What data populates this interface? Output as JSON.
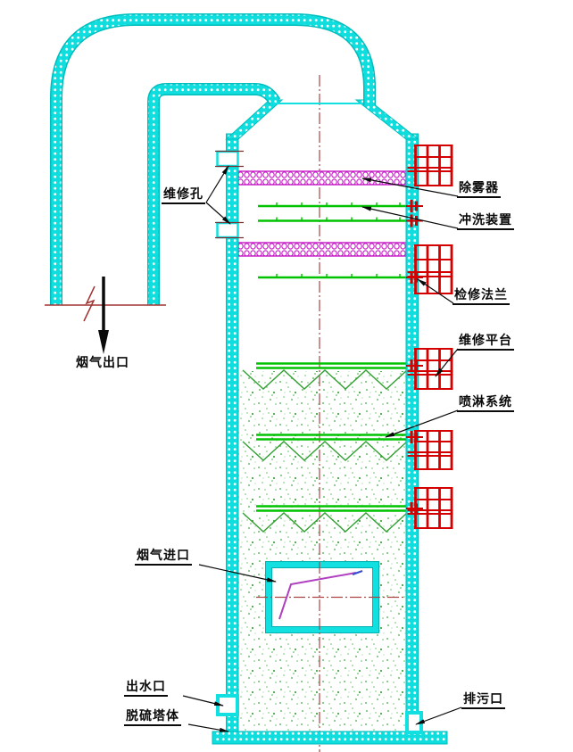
{
  "labels": {
    "maintenance_hole": "维修孔",
    "flue_gas_outlet": "烟气出口",
    "demister": "除雾器",
    "flushing_device": "冲洗装置",
    "inspection_flange": "检修法兰",
    "maintenance_platform": "维修平台",
    "spray_system": "喷淋系统",
    "flue_gas_inlet": "烟气进口",
    "water_outlet": "出水口",
    "tower_body": "脱硫塔体",
    "drain_outlet": "排污口"
  },
  "colors": {
    "shell_cyan": "#12E0E0",
    "shell_edge": "#00BDBD",
    "demister_magenta": "#C618C6",
    "pipe_green": "#00C300",
    "zigzag_green": "#33A033",
    "speckle_green": "#3FA93F",
    "platform_red": "#D40000",
    "centerline_red": "#AA4444",
    "grade_line_red": "#A03232",
    "inlet_line_magenta": "#B040C0",
    "annotation_black": "#0a0a0a",
    "background": "#FFFFFF"
  }
}
